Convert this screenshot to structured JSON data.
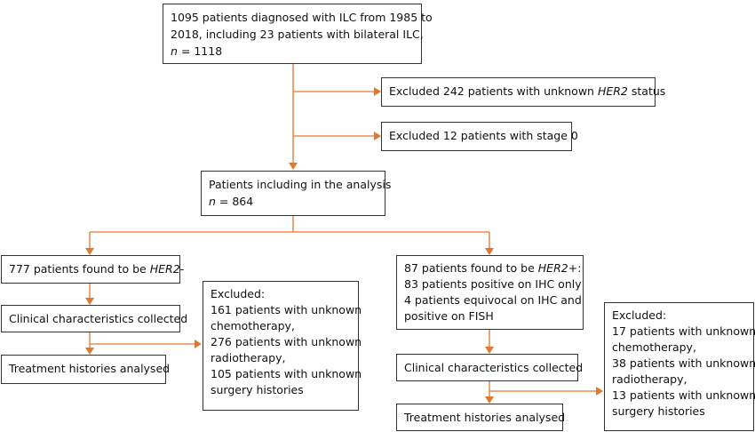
{
  "boxes": {
    "start": {
      "line1": "1095 patients diagnosed with ILC from 1985 to",
      "line2": "2018, including 23 patients with bilateral ILC,",
      "line3_italic": "n",
      "line3_rest": " = 1118"
    },
    "excluded_her2_unknown": {
      "prefix": "Excluded 242 patients with unknown ",
      "italic": "HER2",
      "suffix": " status"
    },
    "excluded_stage0": {
      "text": "Excluded 12 patients with stage 0"
    },
    "analysis": {
      "line1": "Patients including in the analysis",
      "line2_italic": "n",
      "line2_rest": " = 864"
    },
    "her2_negative": {
      "prefix": "777 patients found to be ",
      "italic": "HER2-"
    },
    "left_clinical": {
      "text": "Clinical characteristics collected"
    },
    "left_treatment": {
      "text": "Treatment histories analysed"
    },
    "left_excluded": {
      "lines": [
        "Excluded:",
        "161 patients with unknown",
        "chemotherapy,",
        "276 patients with unknown",
        "radiotherapy,",
        "105 patients with unknown",
        "surgery histories"
      ]
    },
    "her2_positive": {
      "line1_prefix": "87 patients found to be ",
      "line1_italic": "HER2+",
      "line1_suffix": ":",
      "line2": "83 patients positive on IHC only",
      "line3": "4 patients equivocal on IHC and",
      "line4": "positive on FISH"
    },
    "right_clinical": {
      "text": "Clinical characteristics collected"
    },
    "right_treatment": {
      "text": "Treatment histories analysed"
    },
    "right_excluded": {
      "lines": [
        "Excluded:",
        "17 patients with unknown",
        "chemotherapy,",
        "38 patients with unknown",
        "radiotherapy,",
        "13 patients with unknown",
        "surgery histories"
      ]
    }
  },
  "colors": {
    "connector": "#e3772e",
    "box_border": "#333333",
    "text": "#111111"
  }
}
